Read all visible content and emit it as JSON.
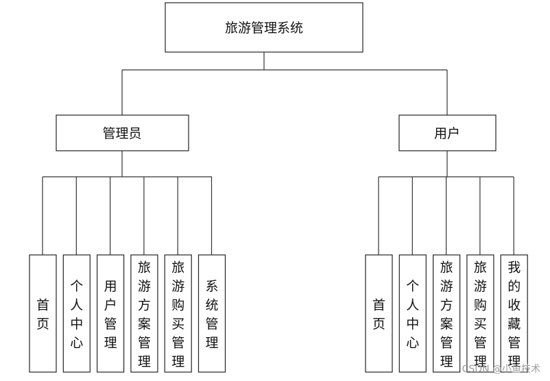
{
  "title": "旅游管理系统",
  "branches": [
    {
      "label": "管理员",
      "children": [
        "首页",
        "个人中心",
        "用户管理",
        "旅游方案管理",
        "旅游购买管理",
        "系统管理"
      ]
    },
    {
      "label": "用户",
      "children": [
        "首页",
        "个人中心",
        "旅游方案管理",
        "旅游购买管理",
        "我的收藏管理"
      ]
    }
  ],
  "watermark": "CSDN @小鱼技术"
}
